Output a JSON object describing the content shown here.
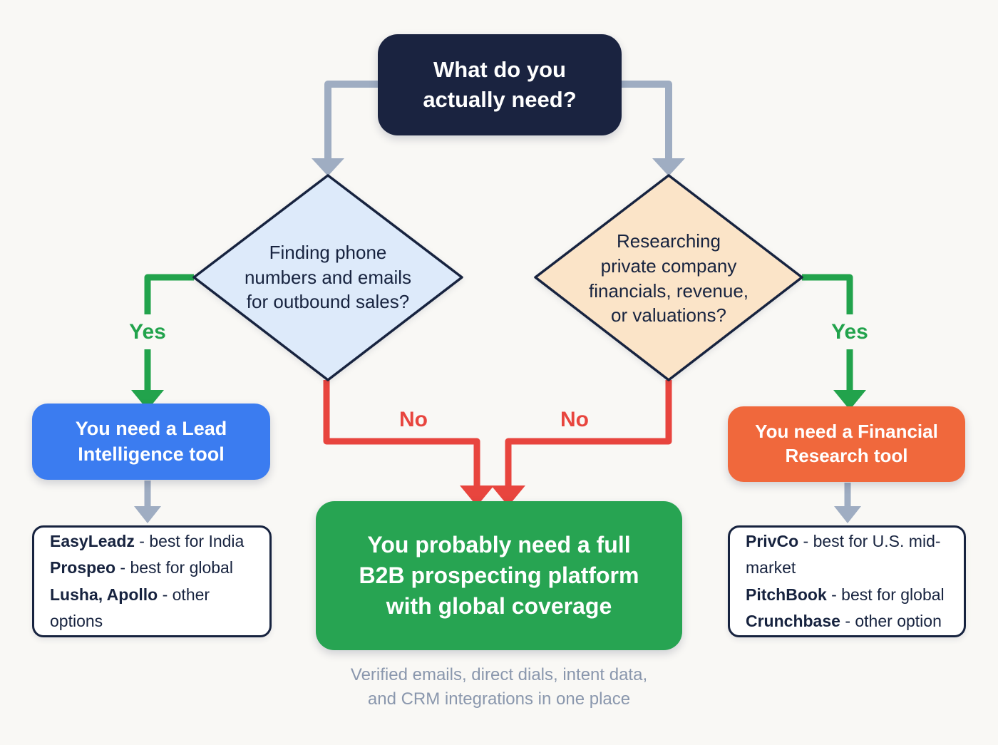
{
  "colors": {
    "bg": "#f9f8f5",
    "navy": "#1a2340",
    "outline": "#17233f",
    "diamondBlue": "#ddeafa",
    "diamondPeach": "#fbe4c8",
    "blue": "#3b7cf0",
    "green": "#27a452",
    "greenLine": "#22a34c",
    "orange": "#f0683c",
    "red": "#e8453e",
    "grayLine": "#9fadc2",
    "captionColor": "#8a97ad"
  },
  "root": {
    "question": "What do you\nactually need?"
  },
  "left": {
    "question": "Finding phone\nnumbers and emails\nfor outbound sales?",
    "yes_label": "Yes",
    "no_label": "No",
    "result": "You need a Lead\nIntelligence tool",
    "options": [
      {
        "name": "EasyLeadz",
        "desc": "- best for India"
      },
      {
        "name": "Prospeo",
        "desc": "- best for global"
      },
      {
        "name": "Lusha, Apollo",
        "desc": "- other options"
      }
    ]
  },
  "right": {
    "question": "Researching\nprivate company\nfinancials, revenue,\nor valuations?",
    "yes_label": "Yes",
    "no_label": "No",
    "result": "You need a Financial\nResearch tool",
    "options": [
      {
        "name": "PrivCo",
        "desc": "- best for U.S. mid-market"
      },
      {
        "name": "PitchBook",
        "desc": "- best for global"
      },
      {
        "name": "Crunchbase",
        "desc": "- other option"
      }
    ]
  },
  "center": {
    "result": "You probably need a full\nB2B prospecting platform\nwith global coverage",
    "caption": "Verified emails, direct dials, intent data,\nand CRM integrations in one place"
  }
}
